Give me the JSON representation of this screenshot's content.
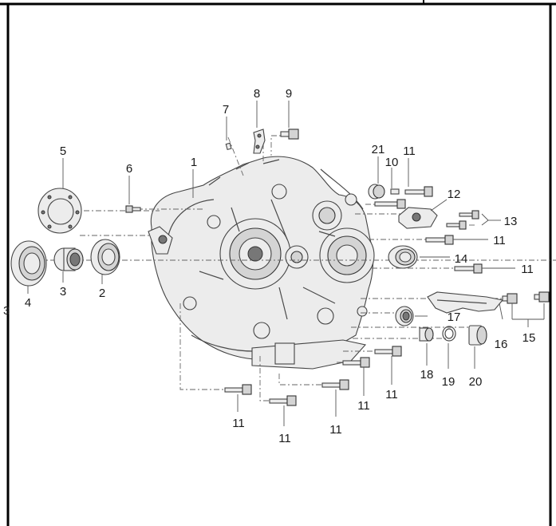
{
  "callouts": [
    {
      "id": "c1",
      "text": "1"
    },
    {
      "id": "c2",
      "text": "2"
    },
    {
      "id": "c3",
      "text": "3"
    },
    {
      "id": "c4",
      "text": "4"
    },
    {
      "id": "c5",
      "text": "5"
    },
    {
      "id": "c6",
      "text": "6"
    },
    {
      "id": "c7",
      "text": "7"
    },
    {
      "id": "c8",
      "text": "8"
    },
    {
      "id": "c9",
      "text": "9"
    },
    {
      "id": "c10",
      "text": "10"
    },
    {
      "id": "c11a",
      "text": "11"
    },
    {
      "id": "c11b",
      "text": "11"
    },
    {
      "id": "c11c",
      "text": "11"
    },
    {
      "id": "c11d",
      "text": "11"
    },
    {
      "id": "c11e",
      "text": "11"
    },
    {
      "id": "c11f",
      "text": "11"
    },
    {
      "id": "c11g",
      "text": "11"
    },
    {
      "id": "c11h",
      "text": "11"
    },
    {
      "id": "c12",
      "text": "12"
    },
    {
      "id": "c13",
      "text": "13"
    },
    {
      "id": "c14",
      "text": "14"
    },
    {
      "id": "c15",
      "text": "15"
    },
    {
      "id": "c16",
      "text": "16"
    },
    {
      "id": "c17",
      "text": "17"
    },
    {
      "id": "c18",
      "text": "18"
    },
    {
      "id": "c19",
      "text": "19"
    },
    {
      "id": "c20",
      "text": "20"
    },
    {
      "id": "c21",
      "text": "21"
    }
  ],
  "edge_fragment": "3"
}
